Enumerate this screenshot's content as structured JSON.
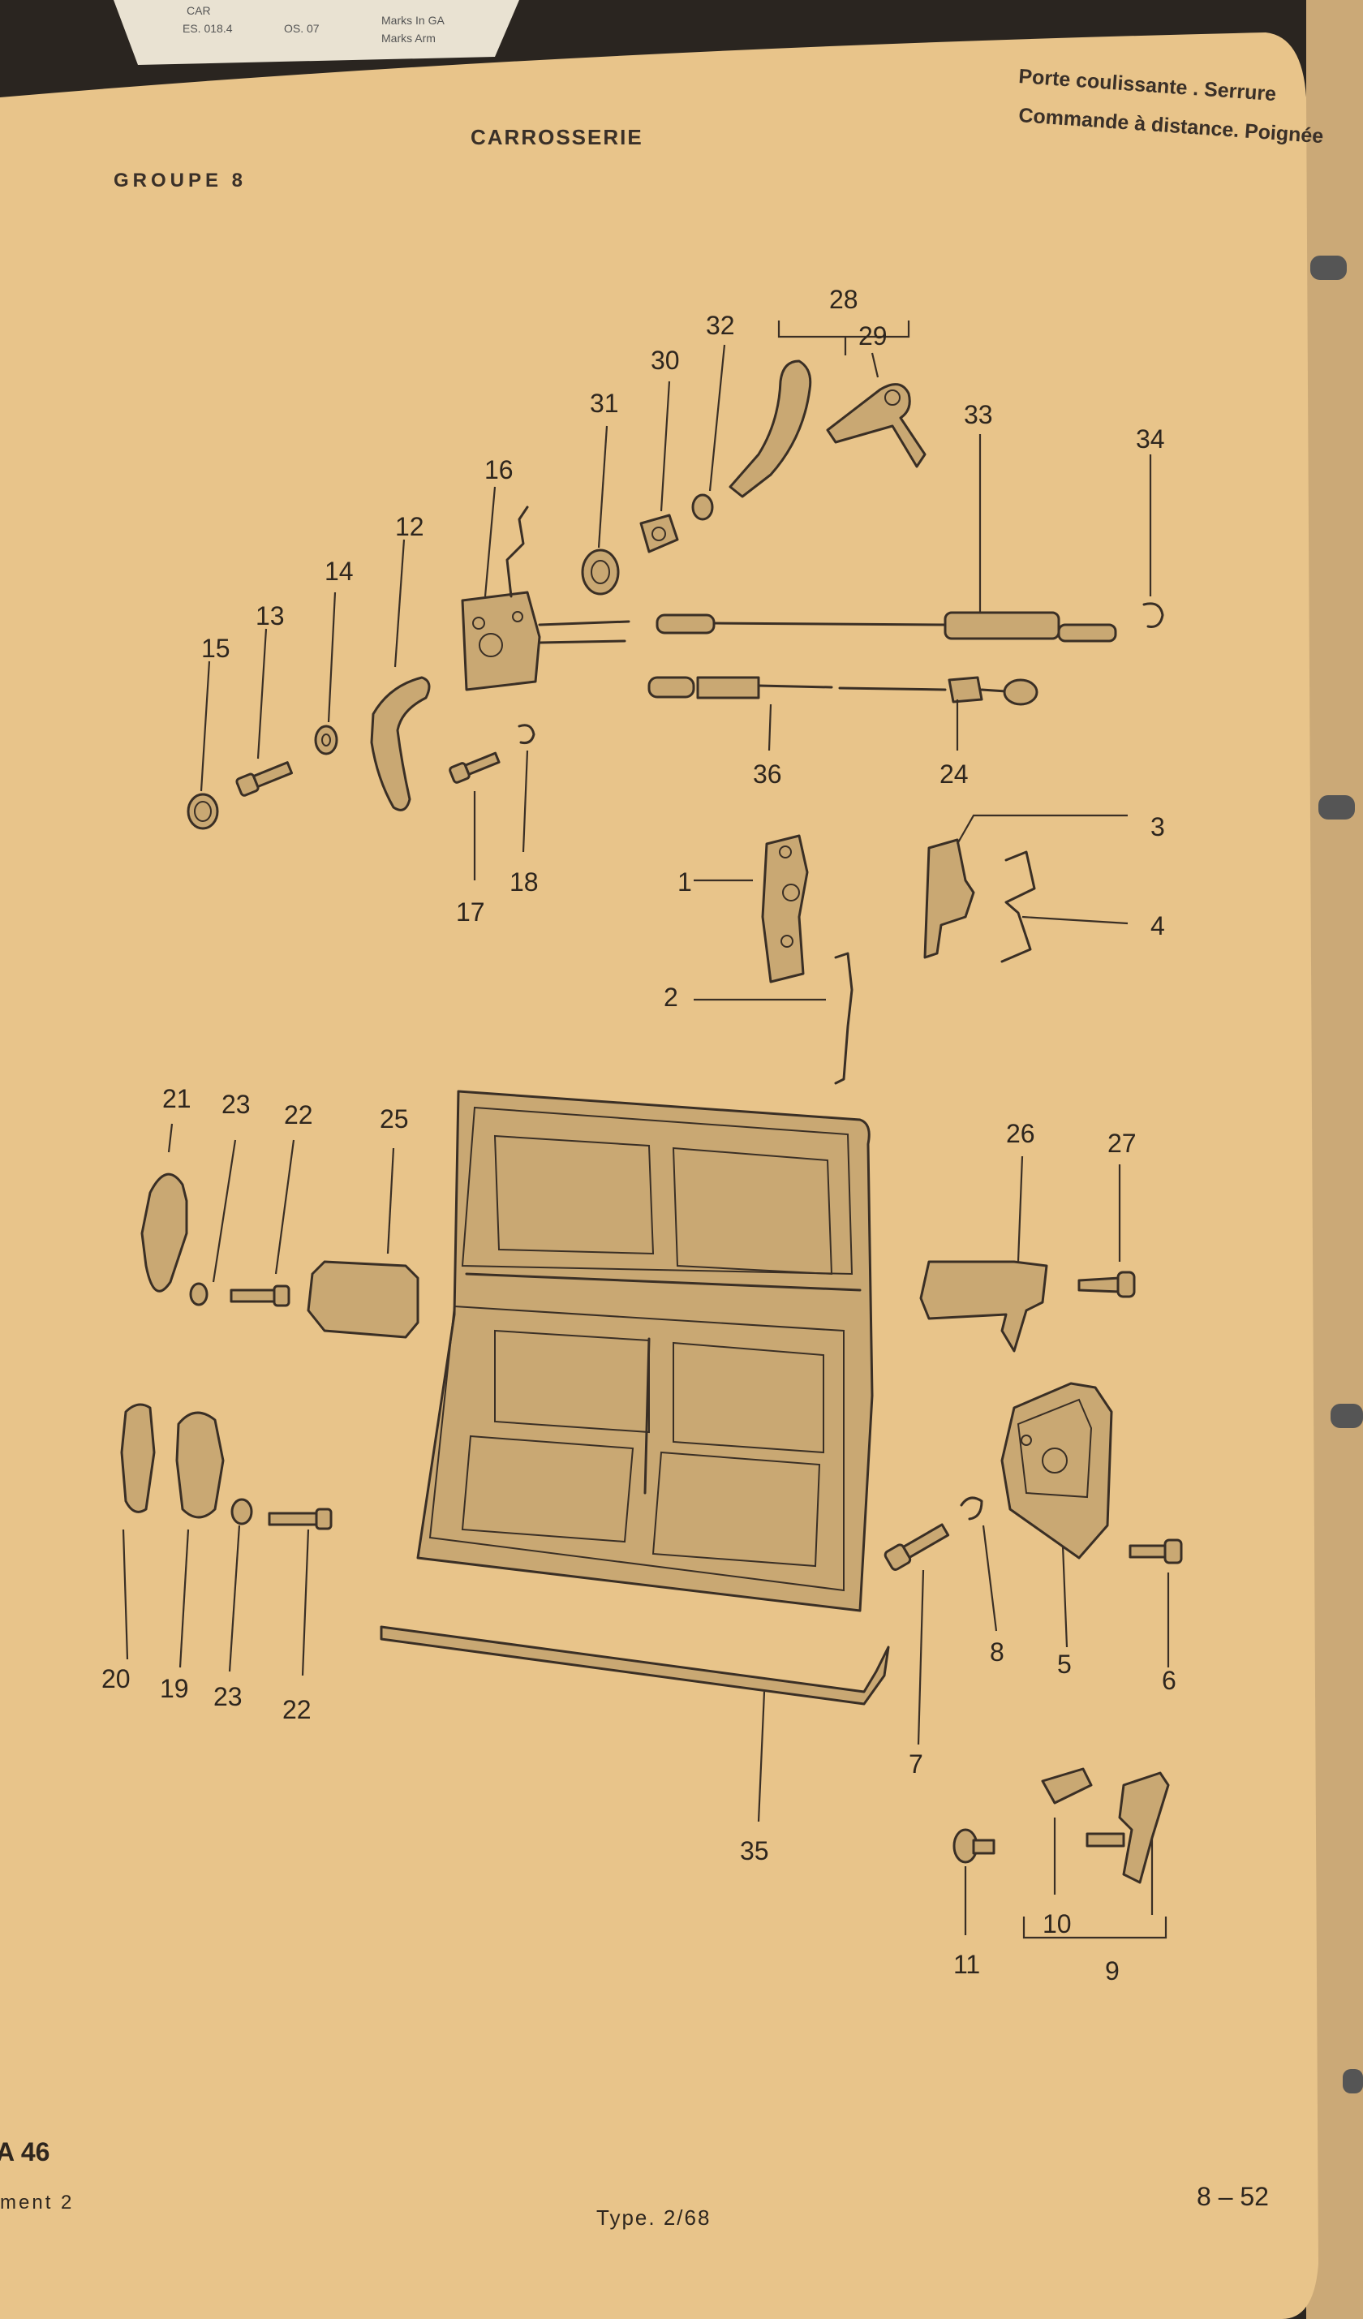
{
  "header": {
    "group": "GROUPE 8",
    "section": "CARROSSERIE",
    "title_line1": "Porte coulissante . Serrure",
    "title_line2": "Commande à distance. Poignée"
  },
  "footer": {
    "left_ref": "A 46",
    "left_sub": "ment 2",
    "type": "Type. 2/68",
    "page": "8 – 52"
  },
  "scrap_text": [
    "CAR",
    "ES. 018.4",
    "OS. 07",
    "Marks In GA",
    "Marks Arm"
  ],
  "callouts": [
    "1",
    "2",
    "3",
    "4",
    "5",
    "6",
    "7",
    "8",
    "9",
    "10",
    "11",
    "12",
    "13",
    "14",
    "15",
    "16",
    "17",
    "18",
    "19",
    "20",
    "21",
    "22",
    "22",
    "23",
    "23",
    "24",
    "25",
    "26",
    "27",
    "28",
    "29",
    "30",
    "31",
    "32",
    "33",
    "34",
    "35",
    "36"
  ],
  "colors": {
    "paper": "#e8c48a",
    "ink": "#3a2f25",
    "dark_surround": "#2a2520"
  }
}
